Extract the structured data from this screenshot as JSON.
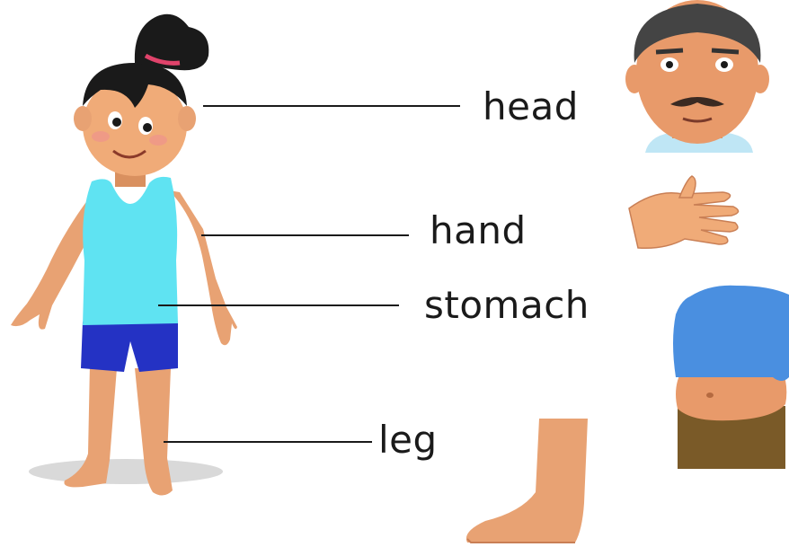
{
  "labels": {
    "head": "head",
    "hand": "hand",
    "stomach": "stomach",
    "leg": "leg"
  },
  "colors": {
    "skin": "#e8a273",
    "skin_shadow": "#c97f55",
    "tank_top": "#5fe3f2",
    "shorts": "#2432c4",
    "hair": "#1a1a1a",
    "hair_tie": "#e0436b",
    "man_shirt": "#4a8fe0",
    "man_pants": "#7a5a28",
    "line": "#1a1a1a"
  },
  "icons": [
    "girl-figure",
    "man-face",
    "hand-palm",
    "stomach-torso",
    "foot-leg"
  ]
}
